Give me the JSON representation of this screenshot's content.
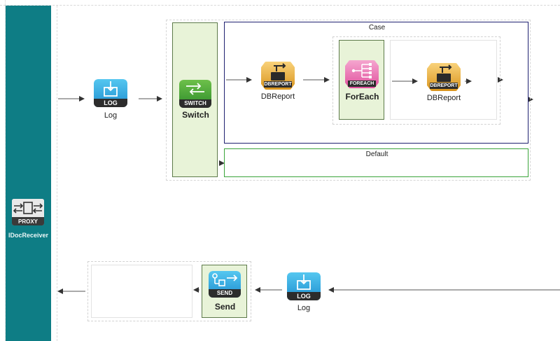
{
  "proxy": {
    "icon_caption": "PROXY",
    "name": "IDocReceiver",
    "icon": "proxy-arrows-icon"
  },
  "top_flow": {
    "log": {
      "icon_caption": "LOG",
      "label": "Log",
      "icon": "log-icon"
    },
    "switch": {
      "icon_caption": "SWITCH",
      "label": "Switch",
      "icon": "switch-icon"
    },
    "case_label": "Case",
    "default_label": "Default",
    "dbreport1": {
      "icon_caption": "DBREPORT",
      "label": "DBReport",
      "icon": "dbreport-icon"
    },
    "foreach": {
      "icon_caption": "FOREACH",
      "label": "ForEach",
      "icon": "foreach-icon"
    },
    "dbreport2": {
      "icon_caption": "DBREPORT",
      "label": "DBReport",
      "icon": "dbreport-icon"
    }
  },
  "bottom_flow": {
    "log": {
      "icon_caption": "LOG",
      "label": "Log",
      "icon": "log-icon"
    },
    "send": {
      "icon_caption": "SEND",
      "label": "Send",
      "icon": "send-icon"
    }
  },
  "colors": {
    "proxy_bar": "#0e7d85",
    "case_border": "#1f2070",
    "default_border": "#3aa43a",
    "activity_fill": "#e8f3d8"
  }
}
